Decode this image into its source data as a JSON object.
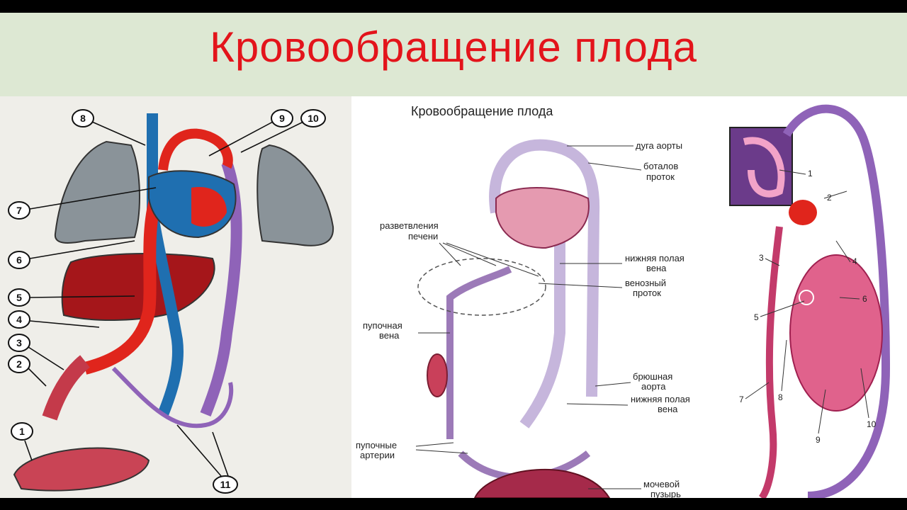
{
  "title": "Кровообращение плода",
  "left_diagram": {
    "markers": [
      "1",
      "2",
      "3",
      "4",
      "5",
      "6",
      "7",
      "8",
      "9",
      "10",
      "11"
    ]
  },
  "middle_diagram": {
    "title": "Кровообращение плода",
    "labels": {
      "aortic_arch": "дуга аорты",
      "botallo_1": "боталов",
      "botallo_2": "проток",
      "liver_1": "разветвления",
      "liver_2": "печени",
      "ivc_1": "нижняя полая",
      "ivc_2": "вена",
      "venous_1": "венозный",
      "venous_2": "проток",
      "umbvein_1": "пупочная",
      "umbvein_2": "вена",
      "abdaorta_1": "брюшная",
      "abdaorta_2": "аорта",
      "ivc2_1": "нижняя полая",
      "ivc2_2": "вена",
      "umbart_1": "пупочные",
      "umbart_2": "артерии",
      "bladder_1": "мочевой",
      "bladder_2": "пузырь"
    }
  },
  "right_diagram": {
    "markers": [
      "1",
      "2",
      "3",
      "4",
      "5",
      "6",
      "7",
      "8",
      "9",
      "10"
    ]
  },
  "colors": {
    "title": "#e3141b",
    "artery": "#e0251c",
    "vein": "#1f6fb0",
    "mixed": "#8f63b8",
    "lung": "#8a9399"
  }
}
